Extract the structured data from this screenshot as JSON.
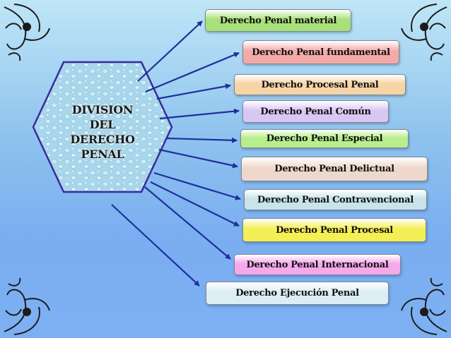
{
  "center": {
    "lines": [
      "DIVISION",
      "DEL",
      "DERECHO",
      "PENAL"
    ]
  },
  "branches": [
    {
      "label": "Derecho Penal material",
      "color": "#a8e07a"
    },
    {
      "label": "Derecho Penal fundamental",
      "color": "#f4a9a9"
    },
    {
      "label": "Derecho Procesal Penal",
      "color": "#f7d4a6"
    },
    {
      "label": "Derecho Penal Común",
      "color": "#dac6f3"
    },
    {
      "label": "Derecho Penal Especial",
      "color": "#b8ee8c"
    },
    {
      "label": "Derecho Penal Delictual",
      "color": "#eed8cc"
    },
    {
      "label": "Derecho Penal Contravencional",
      "color": "#c8e4ea"
    },
    {
      "label": "Derecho Penal Procesal",
      "color": "#f4ef55"
    },
    {
      "label": "Derecho Penal Internacional",
      "color": "#f5a8ea"
    },
    {
      "label": "Derecho Ejecución Penal",
      "color": "#dceef4"
    }
  ]
}
